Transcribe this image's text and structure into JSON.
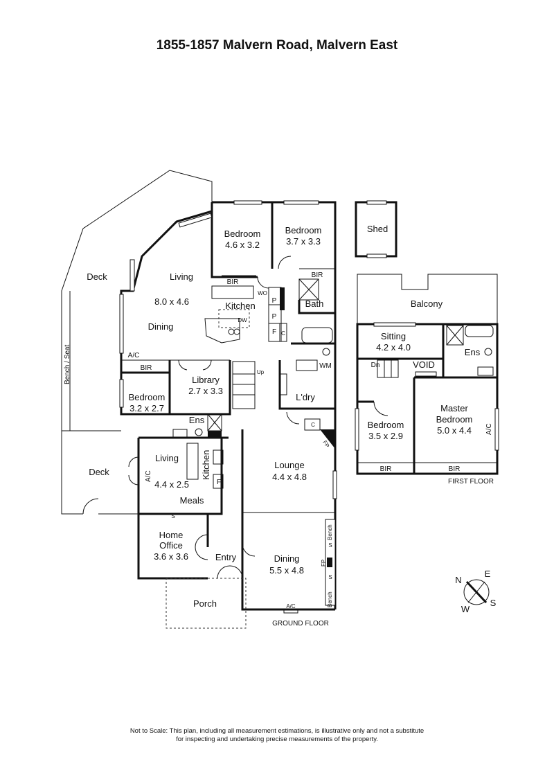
{
  "title": "1855-1857 Malvern Road, Malvern East",
  "disclaimer": {
    "line1": "Not to Scale: This plan, including all measurement estimations, is illustrative only and not a substitute",
    "line2": "for inspecting and undertaking precise measurements of the property."
  },
  "floors": {
    "ground": "GROUND FLOOR",
    "first": "FIRST FLOOR"
  },
  "rooms": {
    "deck_top": "Deck",
    "living_main": "Living",
    "living_dims": "8.0 x 4.6",
    "dining_main": "Dining",
    "kitchen": "Kitchen",
    "bed1": "Bedroom",
    "bed1_dims": "4.6 x 3.2",
    "bed2": "Bedroom",
    "bed2_dims": "3.7 x 3.3",
    "bath": "Bath",
    "library": "Library",
    "library_dims": "2.7 x 3.3",
    "bed3": "Bedroom",
    "bed3_dims": "3.2 x 2.7",
    "ens_ground": "Ens",
    "laundry": "L'dry",
    "living2": "Living",
    "living2_dims": "4.4 x 2.5",
    "kitchen2": "Kitchen",
    "meals": "Meals",
    "deck_low": "Deck",
    "lounge": "Lounge",
    "lounge_dims": "4.4 x 4.8",
    "home_office": "Home",
    "home_office2": "Office",
    "home_office_dims": "3.6 x 3.6",
    "entry": "Entry",
    "dining2": "Dining",
    "dining2_dims": "5.5 x 4.8",
    "porch": "Porch",
    "bench_seat": "Bench / Seat",
    "shed": "Shed",
    "balcony": "Balcony",
    "sitting": "Sitting",
    "sitting_dims": "4.2 x 4.0",
    "void": "VOID",
    "ens_first": "Ens",
    "bed4": "Bedroom",
    "bed4_dims": "3.5 x 2.9",
    "master": "Master",
    "master2": "Bedroom",
    "master_dims": "5.0 x 4.4"
  },
  "fixtures": {
    "bir": "BIR",
    "wo": "WO",
    "p": "P",
    "f": "F",
    "c": "C",
    "dw": "DW",
    "wm": "WM",
    "ac": "A/C",
    "up": "Up",
    "dn": "Dn",
    "fp": "FP",
    "s": "S",
    "bench": "Bench"
  },
  "compass": {
    "n": "N",
    "e": "E",
    "w": "W",
    "s": "S"
  }
}
